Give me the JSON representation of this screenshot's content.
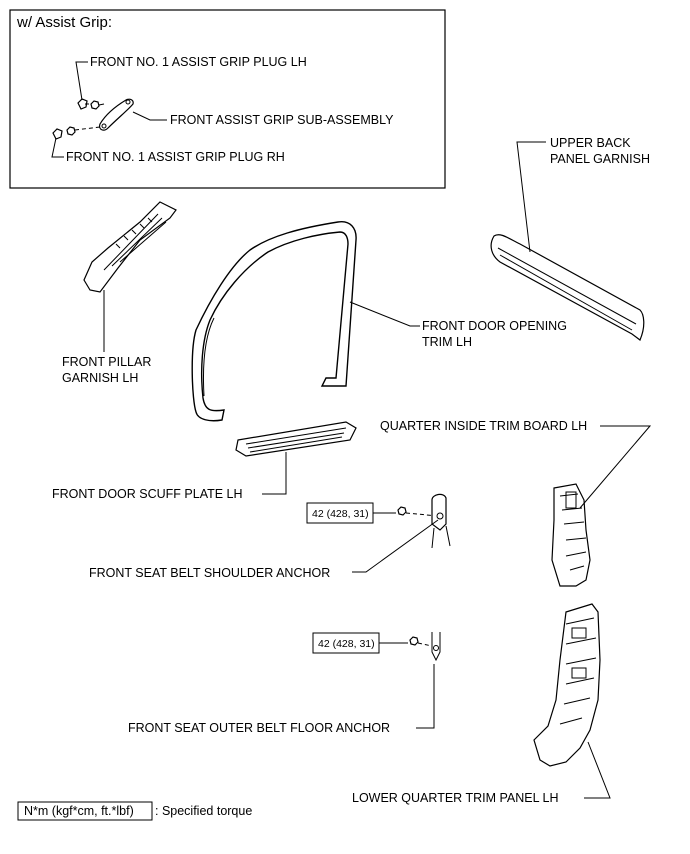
{
  "inset": {
    "title": "w/ Assist Grip:",
    "labels": {
      "plug_lh": "FRONT NO. 1 ASSIST GRIP PLUG LH",
      "grip_sub": "FRONT ASSIST GRIP SUB-ASSEMBLY",
      "plug_rh": "FRONT NO. 1 ASSIST GRIP PLUG RH"
    }
  },
  "parts": {
    "upper_back_1": "UPPER BACK",
    "upper_back_2": "PANEL GARNISH",
    "front_pillar_1": "FRONT PILLAR",
    "front_pillar_2": "GARNISH LH",
    "door_trim_1": "FRONT DOOR OPENING",
    "door_trim_2": "TRIM LH",
    "quarter_inside": "QUARTER INSIDE TRIM BOARD LH",
    "scuff_plate": "FRONT DOOR SCUFF PLATE LH",
    "shoulder_anchor": "FRONT SEAT BELT SHOULDER ANCHOR",
    "floor_anchor": "FRONT SEAT OUTER BELT FLOOR ANCHOR",
    "lower_quarter": "LOWER QUARTER TRIM PANEL LH"
  },
  "torque": {
    "shoulder": "42 (428, 31)",
    "floor": "42 (428, 31)"
  },
  "legend": {
    "unit_box": "N*m (kgf*cm, ft.*lbf)",
    "description": ": Specified torque"
  }
}
